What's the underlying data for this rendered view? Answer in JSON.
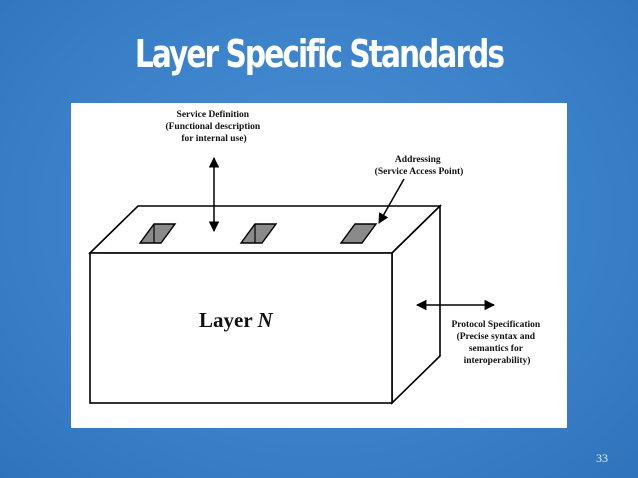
{
  "slide": {
    "title": "Layer Specific Standards",
    "page_number": "33"
  },
  "diagram": {
    "layer_label": "Layer ",
    "layer_variable": "N",
    "service_definition": {
      "lines": [
        "Service Definition",
        "(Functional description",
        "for internal use)"
      ]
    },
    "addressing": {
      "lines": [
        "Addressing",
        "(Service Access Point)"
      ]
    },
    "protocol_specification": {
      "lines": [
        "Protocol Specification",
        "(Precise syntax and",
        "semantics for",
        "interoperability)"
      ]
    }
  },
  "colors": {
    "background": "#3a80c8",
    "title": "#ffffff",
    "sap_fill": "#8a8a8a"
  }
}
